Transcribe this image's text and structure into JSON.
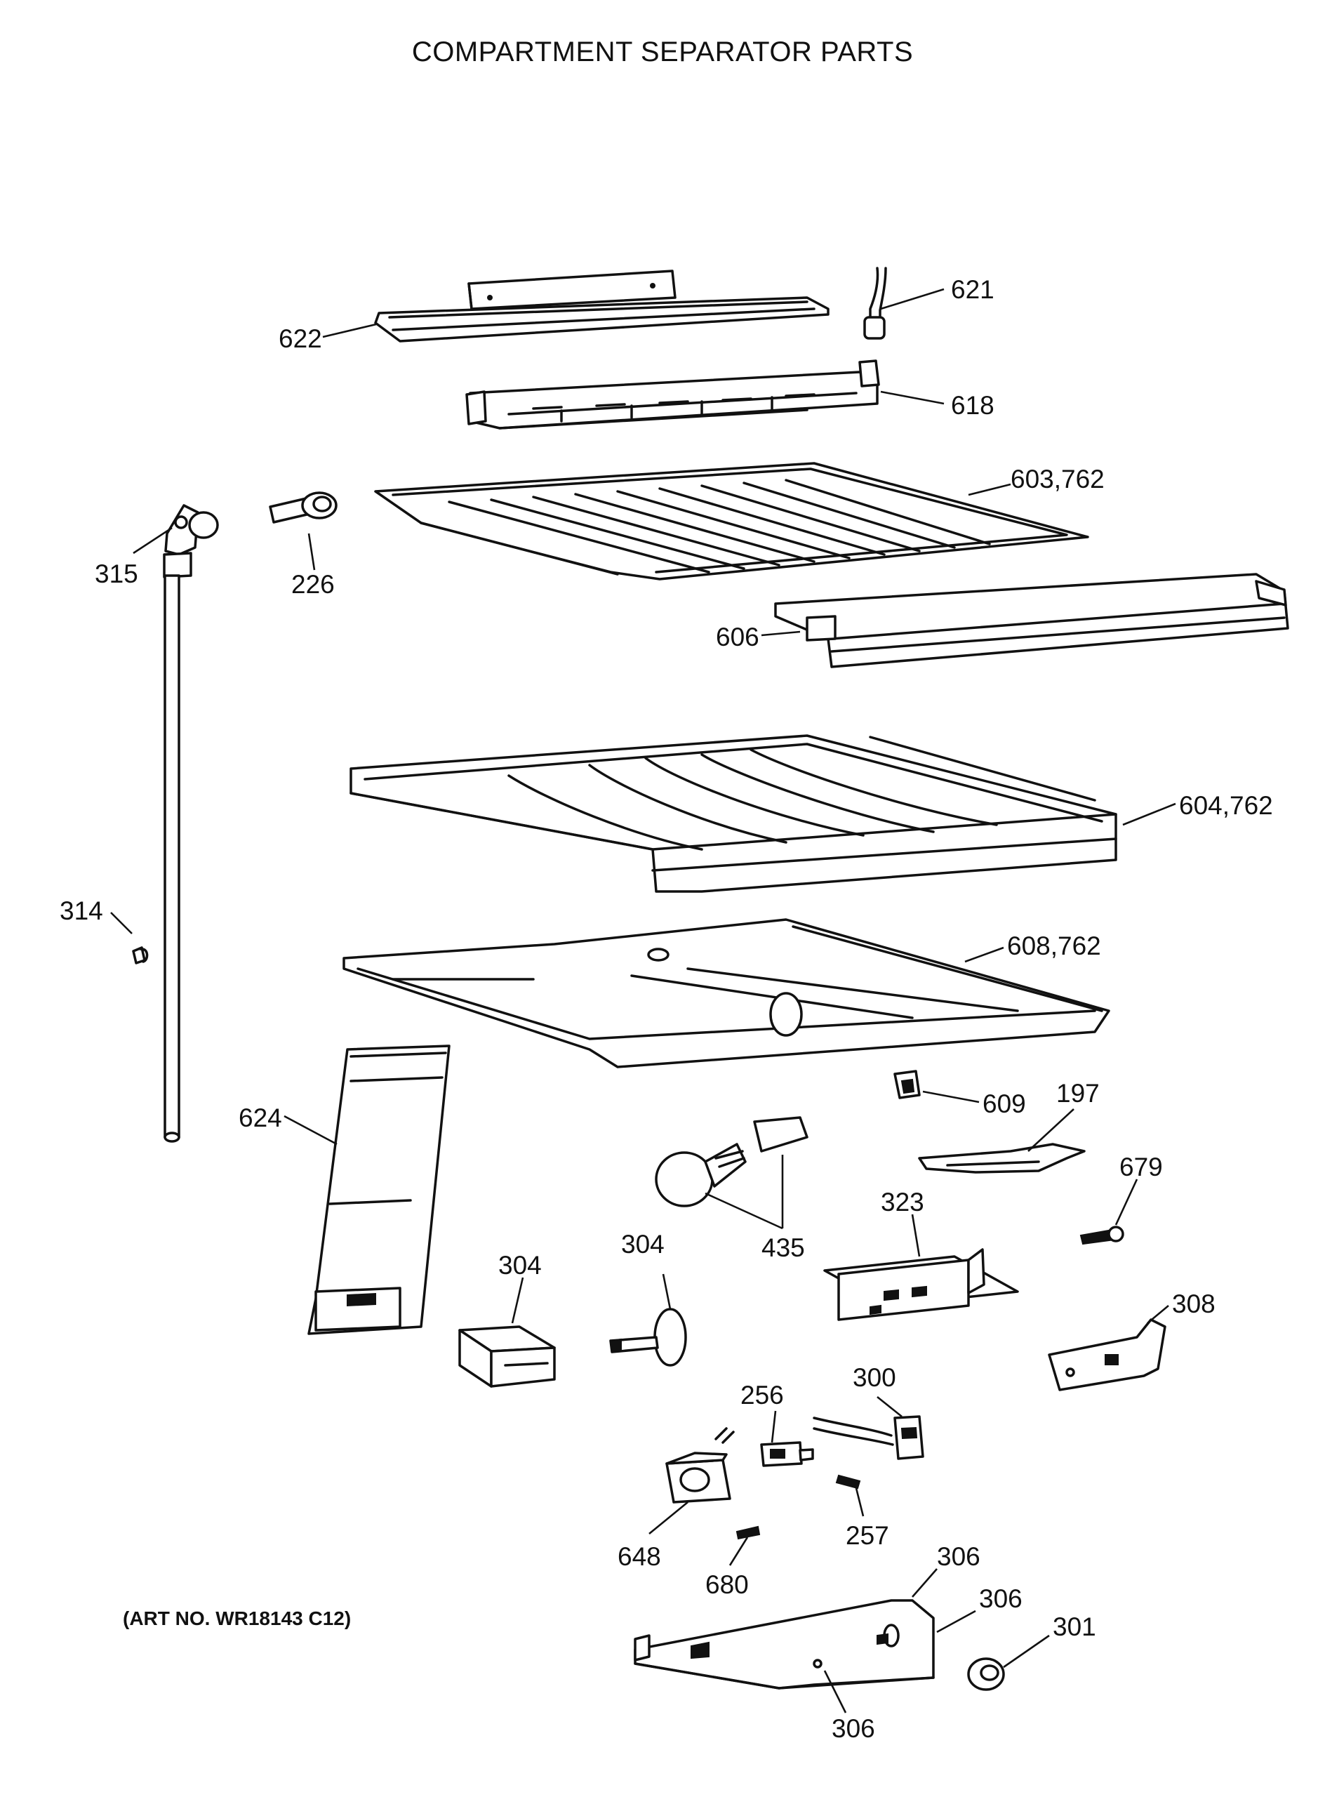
{
  "page": {
    "title": "COMPARTMENT SEPARATOR PARTS",
    "art_number": "(ART NO. WR18143 C12)"
  },
  "callouts": [
    {
      "id": "c621",
      "label": "621"
    },
    {
      "id": "c622",
      "label": "622"
    },
    {
      "id": "c618",
      "label": "618"
    },
    {
      "id": "c603",
      "label": "603,762"
    },
    {
      "id": "c315",
      "label": "315"
    },
    {
      "id": "c226",
      "label": "226"
    },
    {
      "id": "c606",
      "label": "606"
    },
    {
      "id": "c604",
      "label": "604,762"
    },
    {
      "id": "c314",
      "label": "314"
    },
    {
      "id": "c608",
      "label": "608,762"
    },
    {
      "id": "c624",
      "label": "624"
    },
    {
      "id": "c609",
      "label": "609"
    },
    {
      "id": "c197",
      "label": "197"
    },
    {
      "id": "c679",
      "label": "679"
    },
    {
      "id": "c435",
      "label": "435"
    },
    {
      "id": "c323",
      "label": "323"
    },
    {
      "id": "c304a",
      "label": "304"
    },
    {
      "id": "c304b",
      "label": "304"
    },
    {
      "id": "c308",
      "label": "308"
    },
    {
      "id": "c256",
      "label": "256"
    },
    {
      "id": "c300",
      "label": "300"
    },
    {
      "id": "c257",
      "label": "257"
    },
    {
      "id": "c648",
      "label": "648"
    },
    {
      "id": "c680",
      "label": "680"
    },
    {
      "id": "c306a",
      "label": "306"
    },
    {
      "id": "c306b",
      "label": "306"
    },
    {
      "id": "c306c",
      "label": "306"
    },
    {
      "id": "c301",
      "label": "301"
    }
  ]
}
